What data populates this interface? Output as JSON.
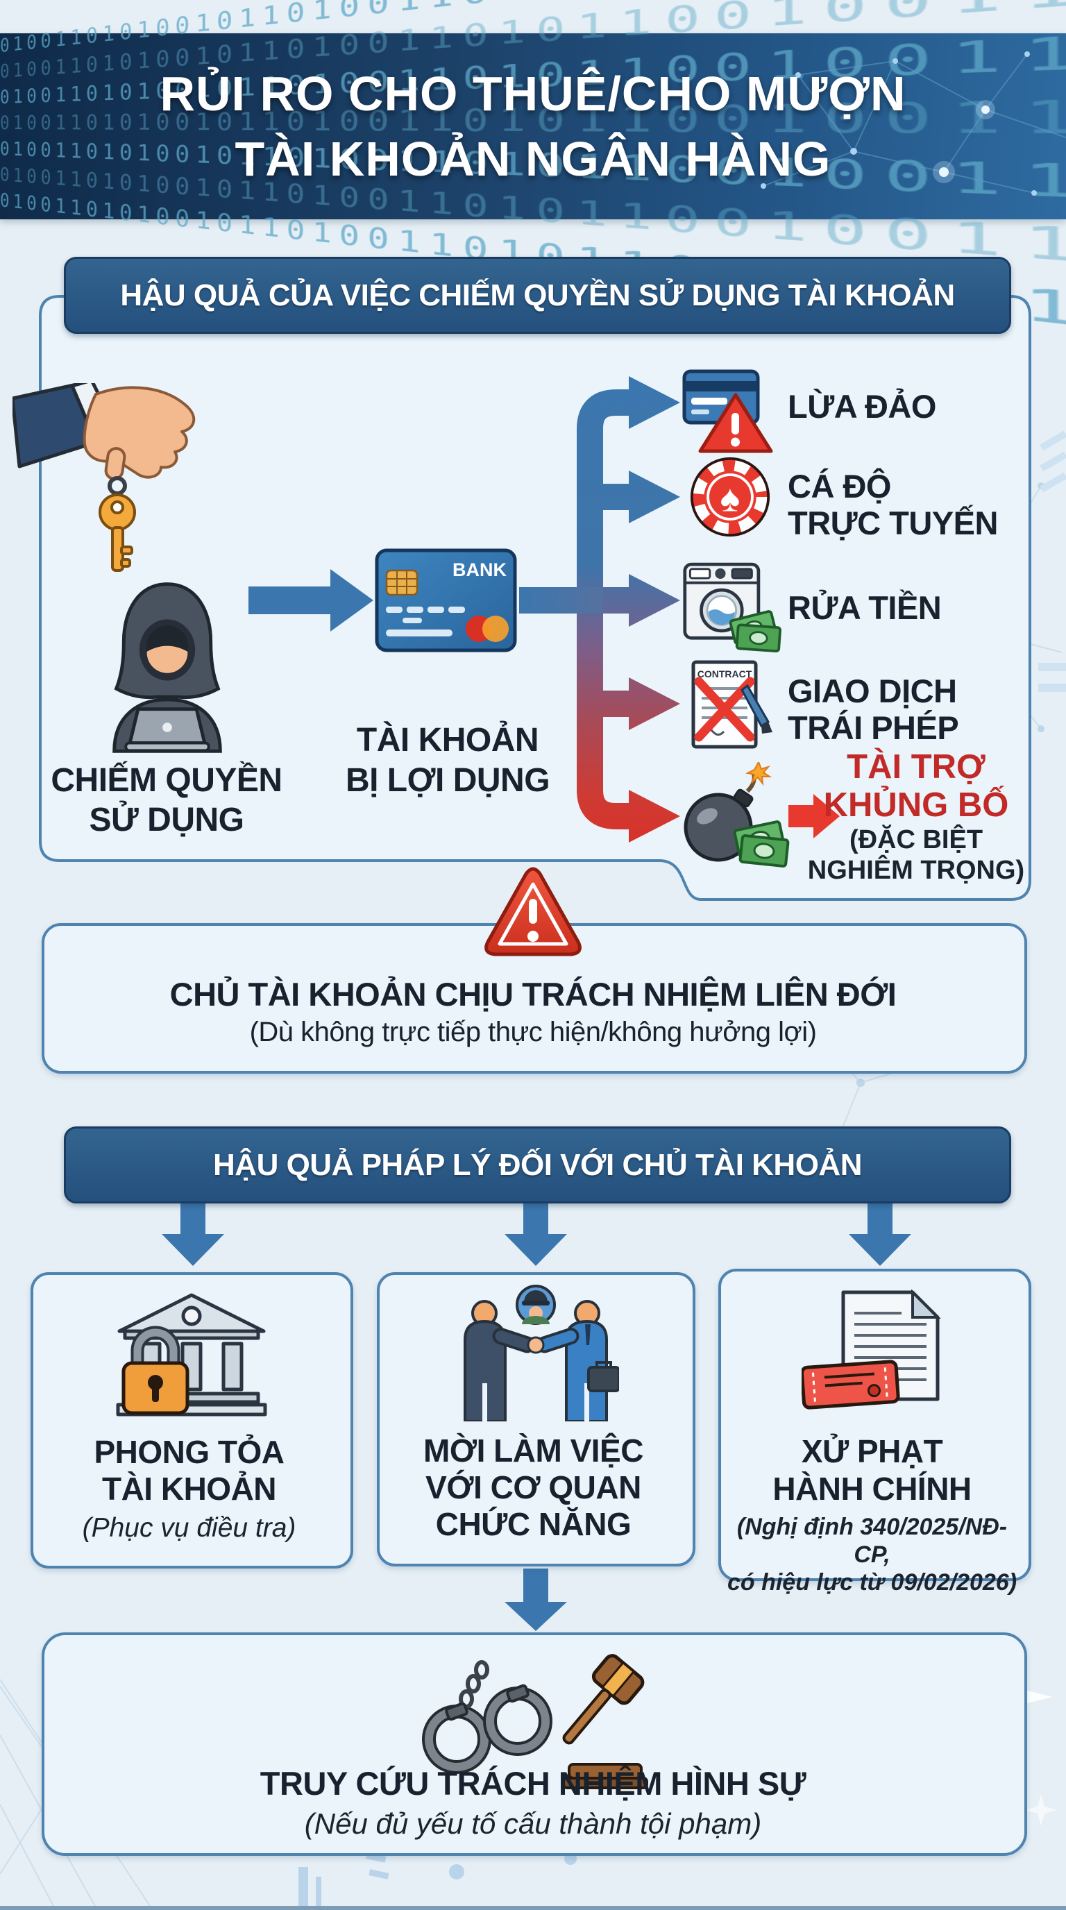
{
  "banner": {
    "title_line1": "RỦI RO CHO THUÊ/CHO MƯỢN",
    "title_line2": "TÀI KHOẢN NGÂN HÀNG",
    "binary": "0100110101001011010011010110010011010010110100101100110101001011010010"
  },
  "section1": {
    "header": "HẬU QUẢ CỦA VIỆC CHIẾM QUYỀN SỬ DỤNG TÀI KHOẢN",
    "actor_label": [
      "CHIẾM QUYỀN",
      "SỬ DỤNG"
    ],
    "card_brand": "BANK",
    "account_label": [
      "TÀI KHOẢN",
      "BỊ LỢI DỤNG"
    ],
    "contract_label": "CONTRACT",
    "spade_symbol": "♠",
    "branches": [
      {
        "icon": "credit-card-warning-icon",
        "label": [
          "LỪA ĐẢO"
        ]
      },
      {
        "icon": "casino-chip-icon",
        "label": [
          "CÁ ĐỘ",
          "TRỰC TUYẾN"
        ]
      },
      {
        "icon": "money-laundering-icon",
        "label": [
          "RỬA TIỀN"
        ]
      },
      {
        "icon": "illegal-contract-icon",
        "label": [
          "GIAO DỊCH",
          "TRÁI PHÉP"
        ]
      },
      {
        "icon": "bomb-money-icon",
        "label_red": [
          "TÀI TRỢ",
          "KHỦNG BỐ"
        ],
        "label_note": [
          "(ĐẶC BIỆT",
          "NGHIÊM TRỌNG)"
        ]
      }
    ]
  },
  "liability": {
    "title": "CHỦ TÀI KHOẢN CHỊU TRÁCH NHIỆM LIÊN ĐỚI",
    "subtitle": "(Dù không trực tiếp thực hiện/không hưởng lợi)"
  },
  "section2": {
    "header": "HẬU QUẢ PHÁP LÝ ĐỐI VỚI CHỦ TÀI KHOẢN",
    "outcomes": [
      {
        "icon": "bank-padlock-icon",
        "label": [
          "PHONG TỎA",
          "TÀI KHOẢN"
        ],
        "note": [
          "(Phục vụ điều tra)"
        ]
      },
      {
        "icon": "handshake-authority-icon",
        "label": [
          "MỜI LÀM VIỆC",
          "VỚI CƠ QUAN",
          "CHỨC NĂNG"
        ],
        "note": []
      },
      {
        "icon": "document-fine-ticket-icon",
        "label": [
          "XỬ PHẠT",
          "HÀNH CHÍNH"
        ],
        "note": [
          "(Nghị định 340/2025/NĐ-CP,",
          "có hiệu lực từ 09/02/2026)"
        ]
      }
    ]
  },
  "criminal": {
    "title": "TRUY CỨU TRÁCH NHIỆM HÌNH SỰ",
    "subtitle": "(Nếu đủ yếu tố cấu thành tội phạm)"
  },
  "colors": {
    "banner_navy": "#1c4168",
    "header_blue": "#2b5a8a",
    "box_border": "#4f83b0",
    "box_fill": "#ebf4fa",
    "arrow_blue": "#3b77ae",
    "danger_red": "#e8392f",
    "red_text": "#c22a28",
    "gold_key": "#f3a93c"
  }
}
